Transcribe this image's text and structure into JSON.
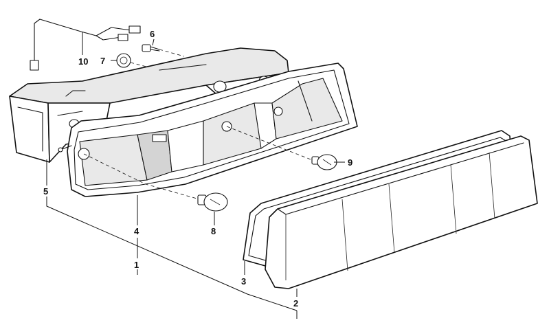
{
  "diagram": {
    "callouts": [
      {
        "id": "c1",
        "text": "1"
      },
      {
        "id": "c2",
        "text": "2"
      },
      {
        "id": "c3",
        "text": "3"
      },
      {
        "id": "c4",
        "text": "4"
      },
      {
        "id": "c5",
        "text": "5"
      },
      {
        "id": "c6",
        "text": "6"
      },
      {
        "id": "c7",
        "text": "7"
      },
      {
        "id": "c8",
        "text": "8"
      },
      {
        "id": "c9",
        "text": "9"
      },
      {
        "id": "c10",
        "text": "10"
      }
    ]
  }
}
